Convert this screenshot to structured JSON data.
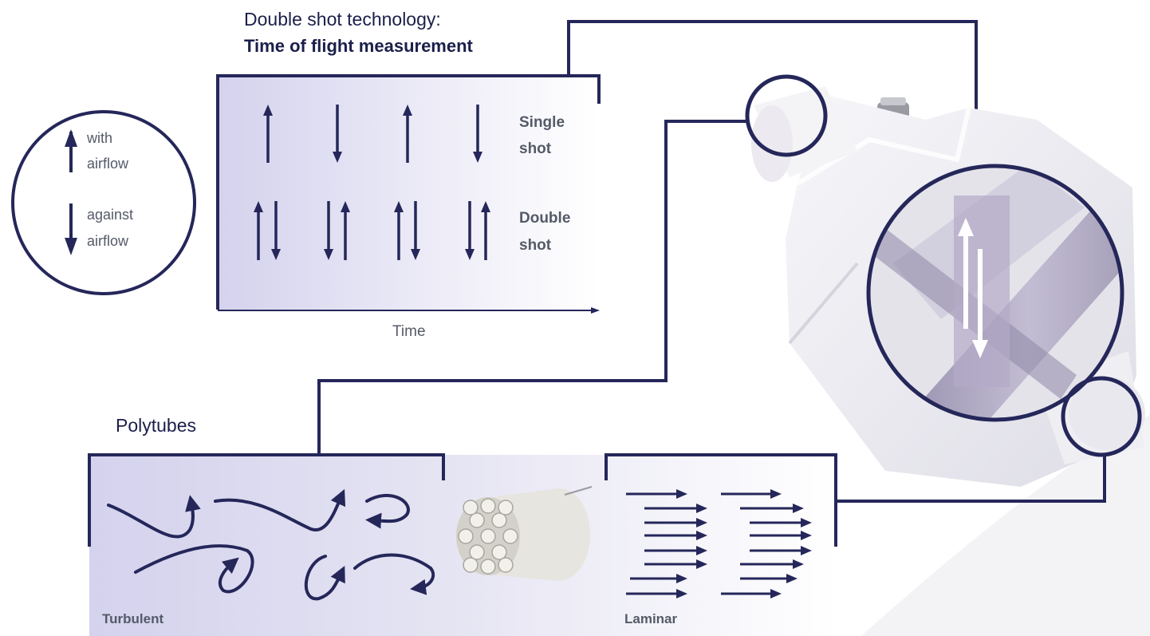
{
  "title": {
    "line1": "Double shot technology:",
    "line2": "Time of flight measurement"
  },
  "legend": {
    "with_line1": "with",
    "with_line2": "airflow",
    "against_line1": "against",
    "against_line2": "airflow"
  },
  "timing_panel": {
    "single_line1": "Single",
    "single_line2": "shot",
    "double_line1": "Double",
    "double_line2": "shot",
    "axis_label": "Time"
  },
  "polytubes": {
    "title": "Polytubes",
    "turbulent_label": "Turbulent",
    "laminar_label": "Laminar"
  },
  "colors": {
    "navy": "#25275a",
    "panel_gradient_start": "#d9d8ef",
    "panel_gradient_end": "#ffffff",
    "device_body": "#ecebf1",
    "inner_tube": "#a79fbc"
  },
  "icons": {
    "up_arrow": "arrow-up-icon",
    "down_arrow": "arrow-down-icon",
    "flow_arrow": "arrow-right-icon"
  }
}
